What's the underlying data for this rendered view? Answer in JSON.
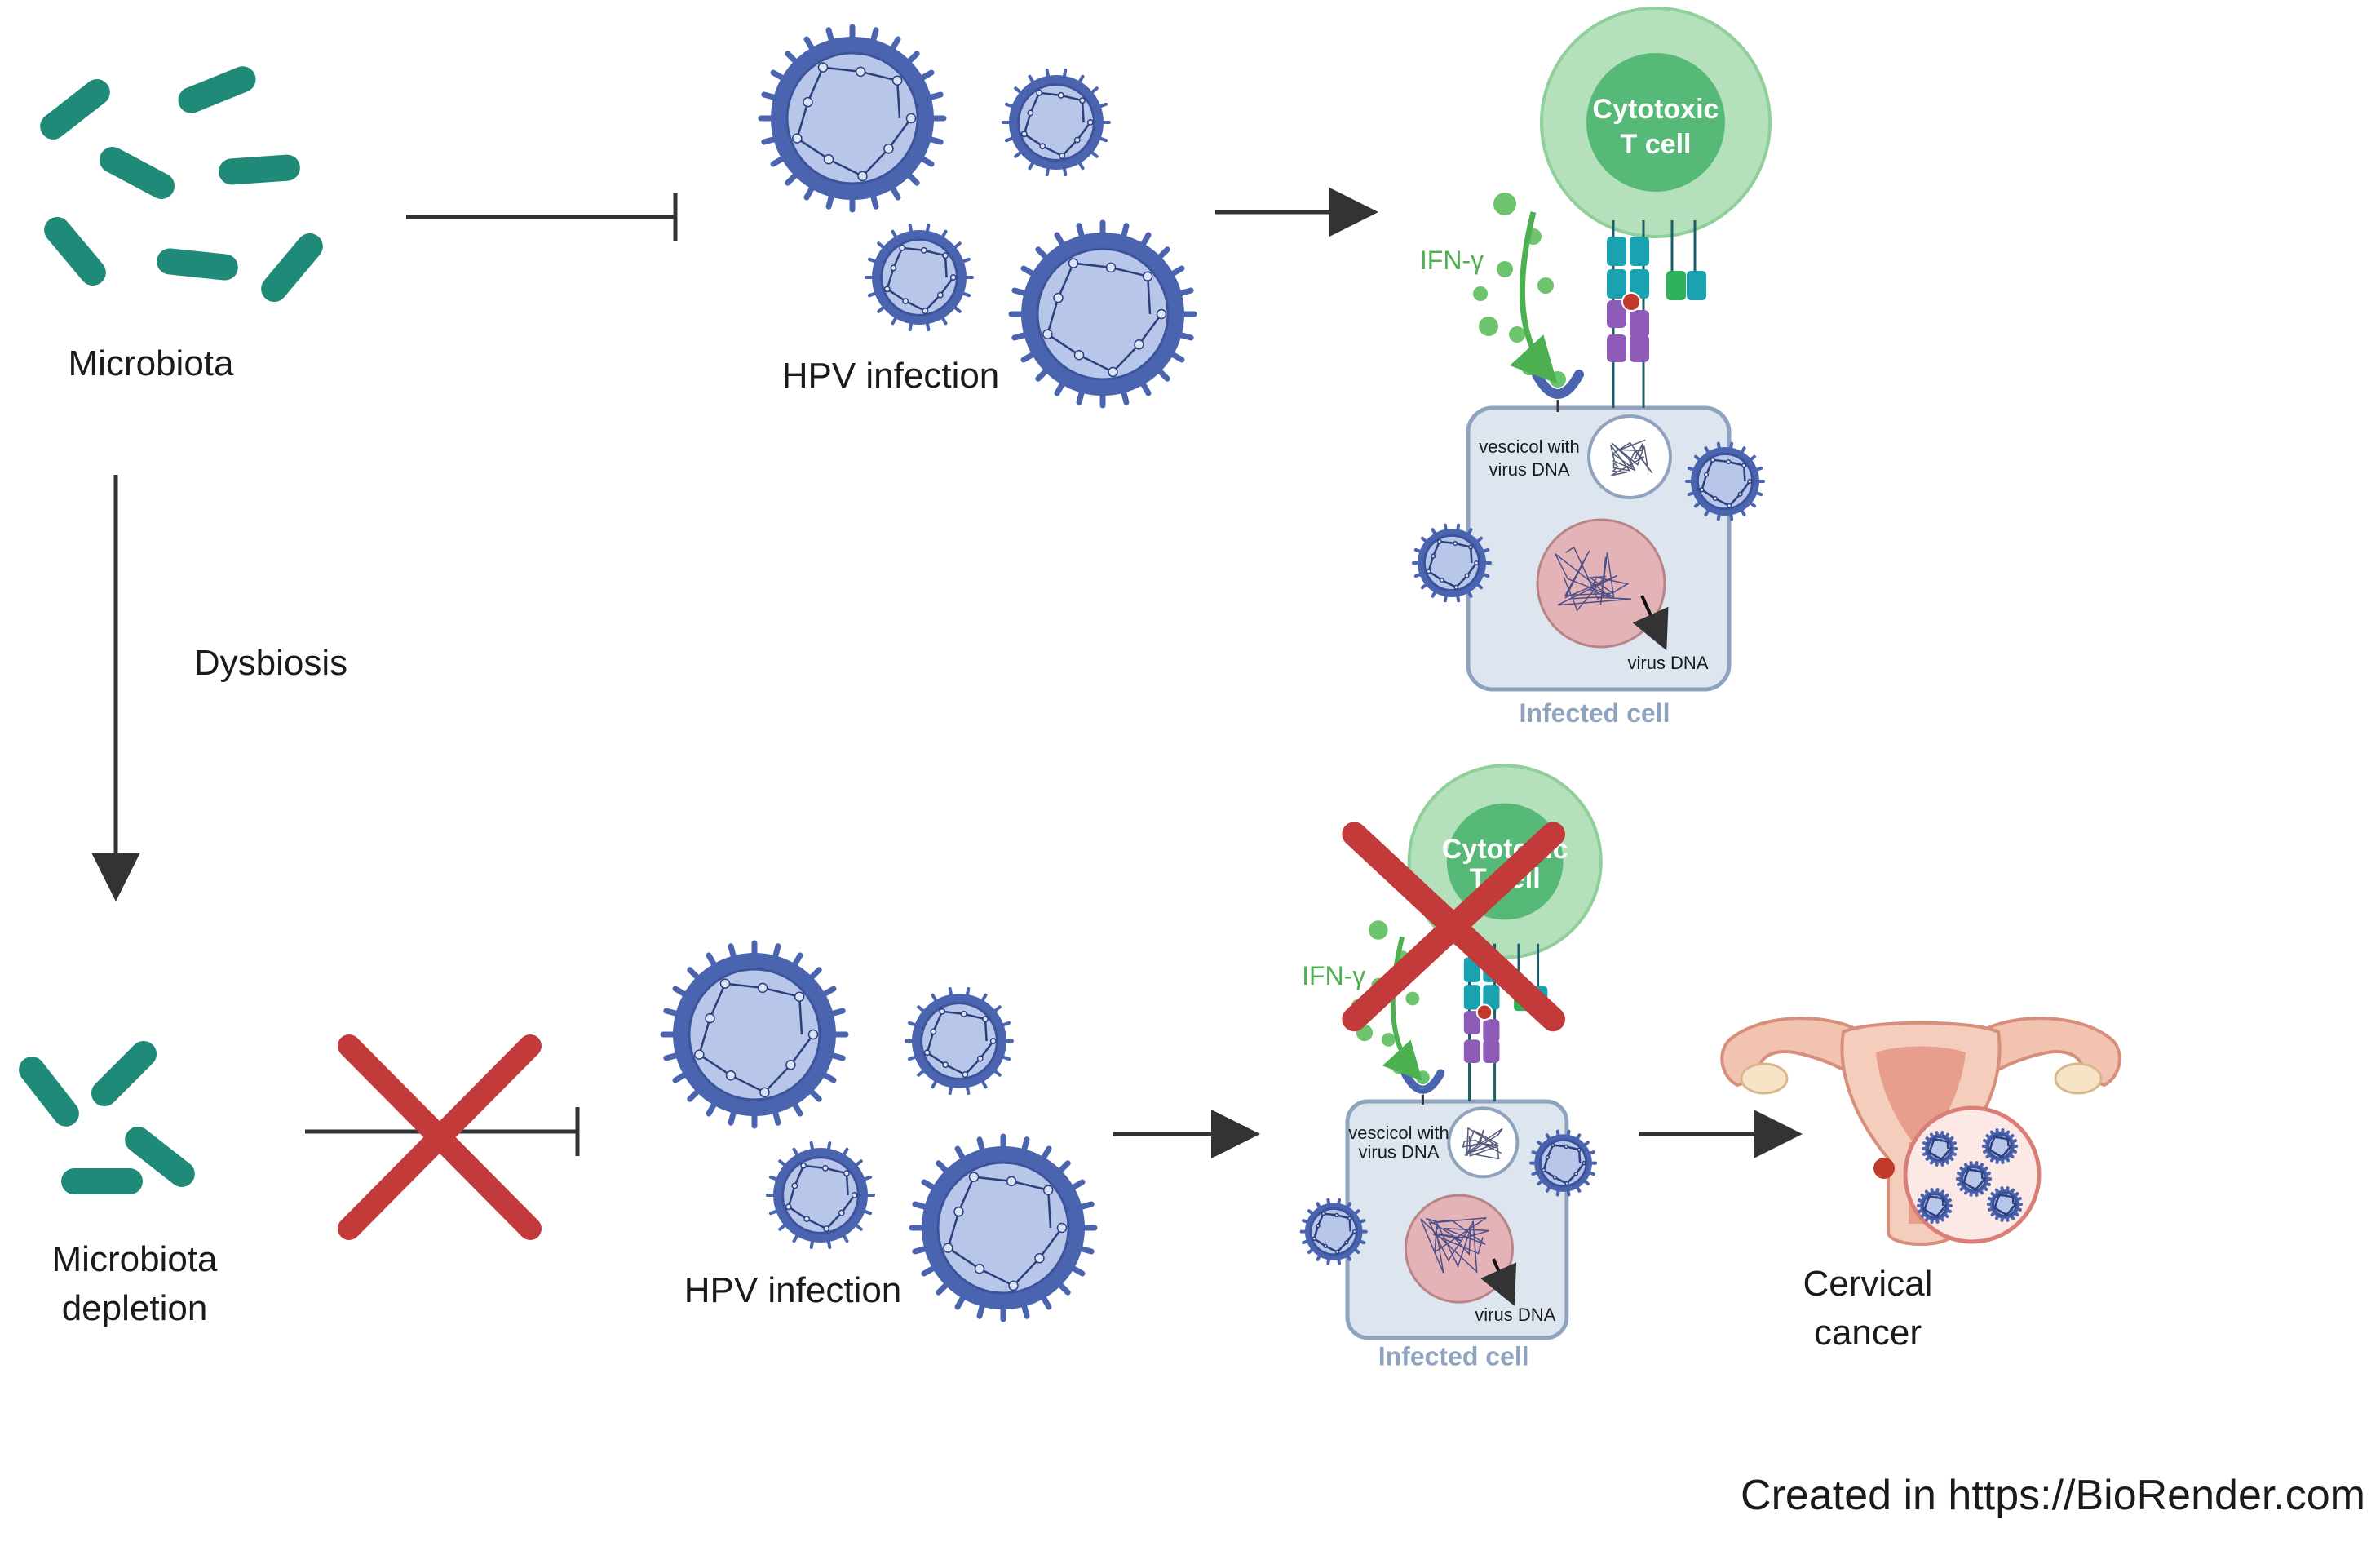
{
  "labels": {
    "microbiota": "Microbiota",
    "hpv_top": "HPV infection",
    "dysbiosis": "Dysbiosis",
    "microbiota_depletion_1": "Microbiota",
    "microbiota_depletion_2": "depletion",
    "hpv_bottom": "HPV infection",
    "cervical_1": "Cervical",
    "cervical_2": "cancer",
    "credit": "Created in  https://BioRender.com"
  },
  "cell_top": {
    "tcell_1": "Cytotoxic",
    "tcell_2": "T cell",
    "ifn": "IFN-γ",
    "vesicle_1": "vescicol with",
    "vesicle_2": "virus DNA",
    "virus_dna": "virus DNA",
    "infected": "Infected cell"
  },
  "cell_bottom": {
    "tcell_1": "Cytotoxic",
    "tcell_2": "T cell",
    "ifn": "IFN-γ",
    "vesicle_1": "vescicol with",
    "vesicle_2": "virus DNA",
    "virus_dna": "virus DNA",
    "infected": "Infected cell"
  },
  "colors": {
    "bacteria": "#1f8a78",
    "virus": "#4a64b0",
    "virus_inner": "#b8c6ea",
    "tcell_outer": "#b5e0bc",
    "tcell_inner": "#57b978",
    "cell_fill": "#dde5ef",
    "cell_stroke": "#8fa3bf",
    "nucleus": "#e3b3b7",
    "red_x": "#c23a3a",
    "receptor_teal": "#1aa2b0",
    "receptor_purple": "#8e5bb6",
    "arrow": "#333333"
  }
}
